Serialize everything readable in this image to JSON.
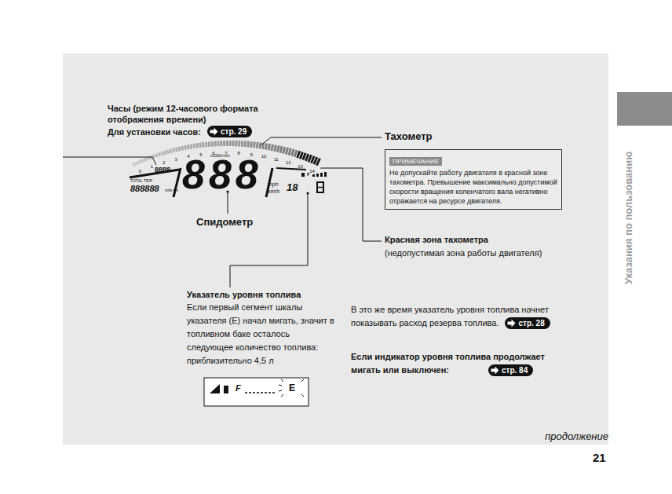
{
  "diagram": {
    "nodes": [
      {
        "text": [
          "ПРИМЕЧАНИЕ",
          "Не допускайте работу двигателя в красной зоне тахометра. Превышение максимально допустимой скорости вращения коленчатого вала негативно отражается на ресурсе двигателя."
        ]
      },
      {
        "text": [
          "стр. 29"
        ]
      },
      {
        "text": [
          "стр. 28"
        ]
      },
      {
        "text": [
          "стр. 84"
        ]
      }
    ],
    "labels": [
      "Часы (режим 12-часового формата отображения времени)",
      "Для установки часов:",
      "Тахометр",
      "Спидометр",
      "Красная зона тахометра",
      "(недопустимая зона работы двигателя)",
      "Указатель уровня топлива",
      "Если первый сегмент шкалы указателя (E) начал мигать, значит в топливном баке осталось следующее количество топлива: приблизительно 4,5 л",
      "В это же время указатель уровня топлива начнет показывать расход резерва топлива.",
      "Если индикатор уровня топлива продолжает мигать или выключен:",
      "продолжение",
      "21",
      "Указания по пользованию",
      "8888",
      "TOTAL TRIP",
      "888888",
      "mile km",
      "888",
      "mph",
      "km/h",
      "x1000r/min",
      "0",
      "1",
      "2",
      "3",
      "4",
      "5",
      "6",
      "7",
      "8",
      "9",
      "10",
      "11",
      "12",
      "13",
      "14",
      "F",
      "18",
      "F",
      "E"
    ]
  }
}
